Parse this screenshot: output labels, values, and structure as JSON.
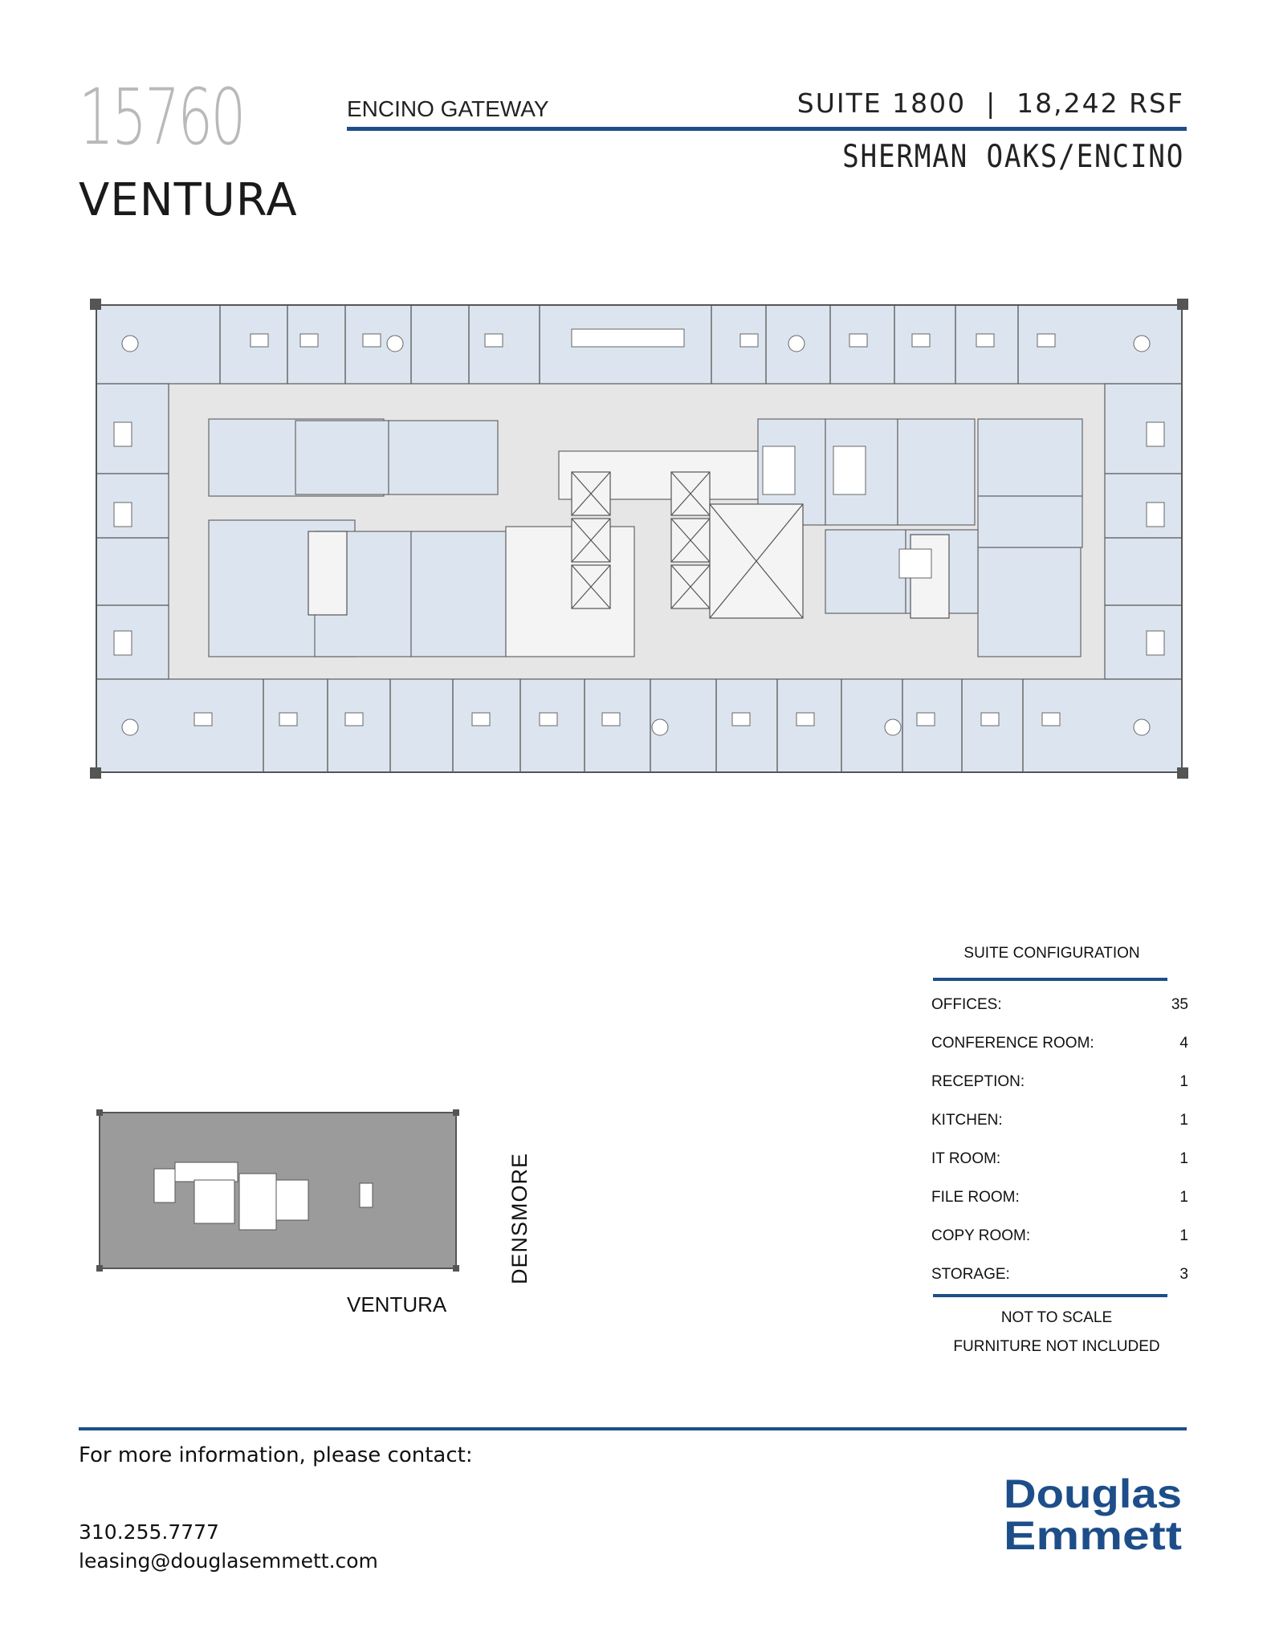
{
  "header": {
    "address_number": "15760",
    "address_street": "VENTURA",
    "building_name": "ENCINO GATEWAY",
    "suite_line": "SUITE 1800  |  18,242 RSF",
    "submarket": "SHERMAN OAKS/ENCINO"
  },
  "keyplan": {
    "street_bottom": "VENTURA",
    "street_right": "DENSMORE"
  },
  "suite_configuration": {
    "title": "SUITE CONFIGURATION",
    "rows": [
      {
        "label": "OFFICES:",
        "value": "35"
      },
      {
        "label": "CONFERENCE ROOM:",
        "value": "4"
      },
      {
        "label": "RECEPTION:",
        "value": "1"
      },
      {
        "label": "KITCHEN:",
        "value": "1"
      },
      {
        "label": "IT ROOM:",
        "value": "1"
      },
      {
        "label": "FILE ROOM:",
        "value": "1"
      },
      {
        "label": "COPY ROOM:",
        "value": "1"
      },
      {
        "label": "STORAGE:",
        "value": "3"
      }
    ],
    "notes": [
      "NOT TO SCALE",
      "FURNITURE NOT INCLUDED"
    ]
  },
  "footer": {
    "contact_heading": "For more information, please contact:",
    "phone": "310.255.7777",
    "email": "leasing@douglasemmett.com"
  },
  "logo": {
    "line1": "Douglas",
    "line2": "Emmett"
  },
  "colors": {
    "accent": "#1d4e89",
    "room_fill": "#dce5ef",
    "corridor_fill": "#e6e6e6",
    "keyplan_fill": "#9b9b9b"
  }
}
